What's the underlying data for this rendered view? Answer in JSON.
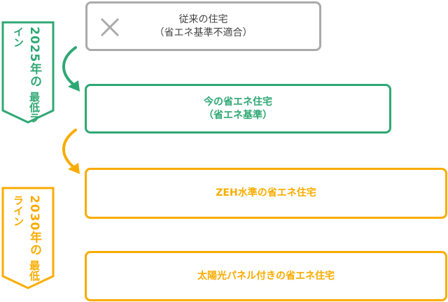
{
  "colors": {
    "green": "#2fa874",
    "orange": "#f9ac00",
    "gray": "#aaaaaa"
  },
  "banners": [
    {
      "year": "2025年の",
      "line": "最低ライン"
    },
    {
      "year": "2030年の",
      "line": "最低ライン"
    }
  ],
  "boxes": [
    {
      "line1": "従来の住宅",
      "line2": "（省エネ基準不適合）",
      "icon": "x-icon"
    },
    {
      "line1": "今の省エネ住宅",
      "line2": "（省エネ基準）"
    },
    {
      "line1": "ZEH水準の省エネ住宅"
    },
    {
      "line1": "太陽光パネル付きの省エネ住宅"
    }
  ]
}
